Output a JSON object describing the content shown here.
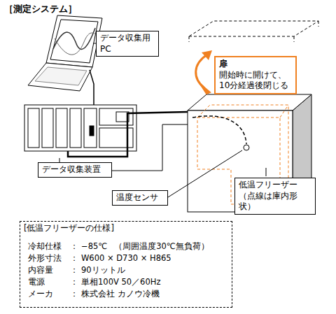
{
  "diagram": {
    "title": "［測定システム］",
    "nodes": [
      {
        "text": [
          "データ収集用 PC"
        ]
      },
      {
        "text": [
          "扉",
          "開始時に開けて、10分経過後閉じる"
        ]
      },
      {
        "text": [
          "データ収集装置"
        ]
      },
      {
        "text": [
          "温度センサ"
        ]
      },
      {
        "text": [
          "低温フリーザー （点線は庫内形状）"
        ]
      },
      {
        "text": [
          "[低温フリーザーの仕様]"
        ]
      }
    ],
    "labels": [
      "冷却仕様",
      "：",
      "−85℃",
      "（周囲温度30℃無負荷）",
      "外形寸法",
      "：",
      "W600 × D730 × H865",
      "内容量",
      "：",
      "90リットル",
      "電源",
      "：",
      "単相100V 50／60Hz",
      "メーカ",
      "：",
      "株式会社 カノウ冷機"
    ]
  }
}
